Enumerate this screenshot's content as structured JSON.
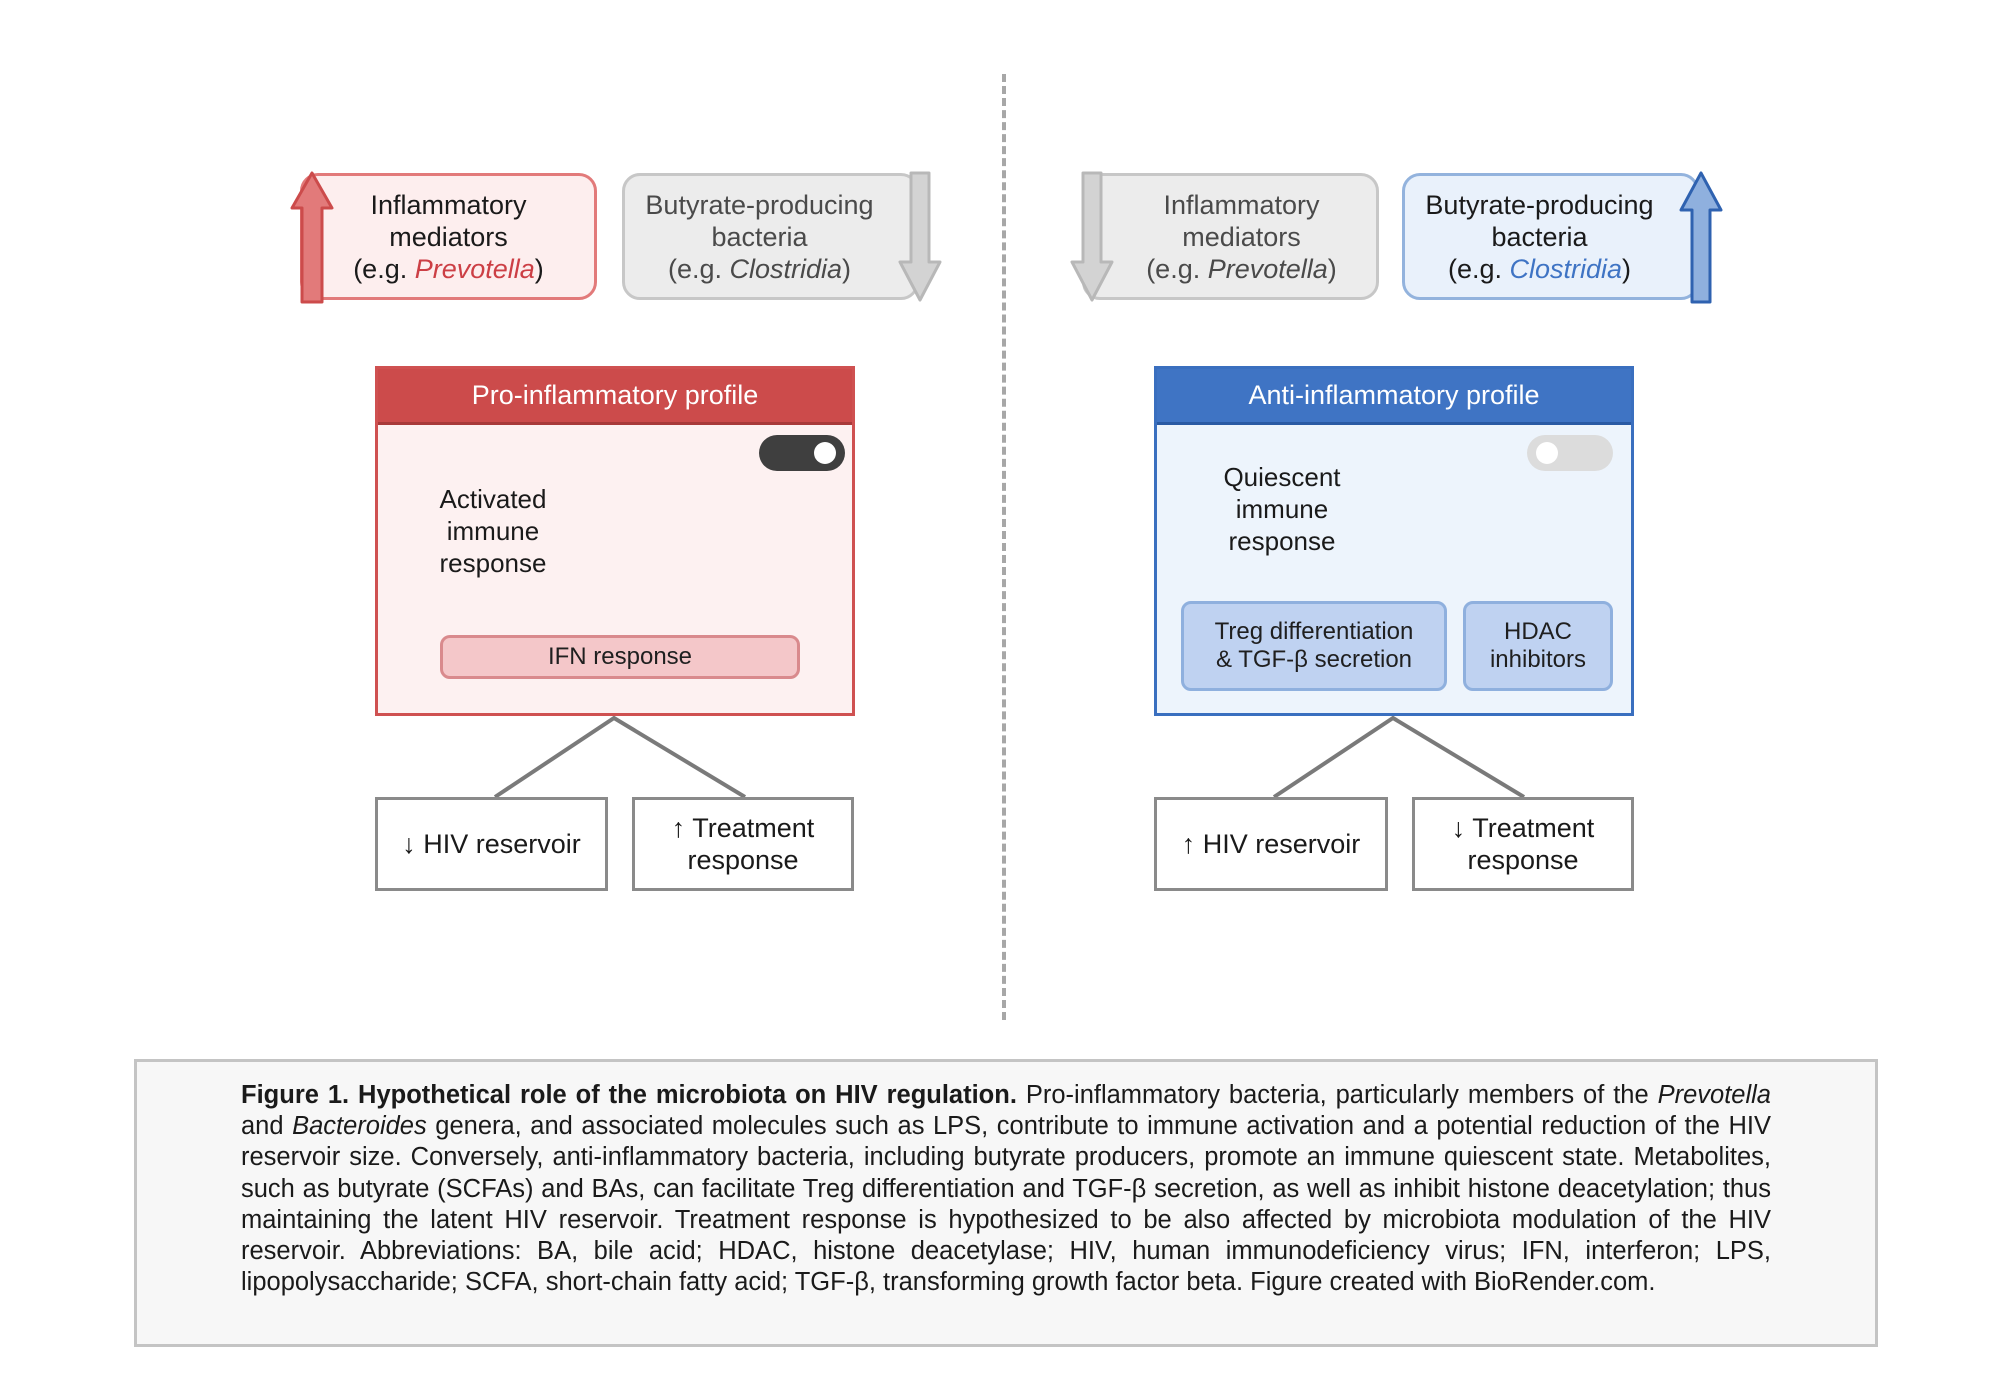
{
  "colors": {
    "pro_accent": "#cc4b4b",
    "anti_accent": "#3f74c4",
    "neutral_grey": "#c7c7c7"
  },
  "left": {
    "top_boxes": [
      {
        "line1": "Inflammatory",
        "line2": "mediators",
        "eg_prefix": "(e.g. ",
        "genus": "Prevotella",
        "eg_suffix": ")",
        "arrow": "up",
        "style": "red"
      },
      {
        "line1": "Butyrate-producing",
        "line2": "bacteria",
        "eg_prefix": "(e.g. ",
        "genus": "Clostridia",
        "eg_suffix": ")",
        "arrow": "down",
        "style": "grey"
      }
    ],
    "profile": {
      "title": "Pro-inflammatory profile",
      "state": [
        "Activated",
        "immune",
        "response"
      ],
      "toggle": "on",
      "response": "IFN response"
    },
    "outcomes": [
      "↓ HIV reservoir",
      "↑ Treatment",
      "response"
    ]
  },
  "right": {
    "top_boxes": [
      {
        "line1": "Inflammatory",
        "line2": "mediators",
        "eg_prefix": "(e.g. ",
        "genus": "Prevotella",
        "eg_suffix": ")",
        "arrow": "down",
        "style": "grey"
      },
      {
        "line1": "Butyrate-producing",
        "line2": "bacteria",
        "eg_prefix": "(e.g. ",
        "genus": "Clostridia",
        "eg_suffix": ")",
        "arrow": "up",
        "style": "blue"
      }
    ],
    "profile": {
      "title": "Anti-inflammatory profile",
      "state": [
        "Quiescent",
        "immune",
        "response"
      ],
      "toggle": "off",
      "treg": [
        "Treg differentiation",
        "& TGF-β secretion"
      ],
      "hdac": [
        "HDAC",
        "inhibitors"
      ]
    },
    "outcomes": [
      "↑ HIV reservoir",
      "↓ Treatment",
      "response"
    ]
  },
  "caption": {
    "title": "Figure 1. Hypothetical role of the microbiota on HIV regulation.",
    "s1": " Pro-inflammatory bacteria, particularly members of the ",
    "g1": "Prevotella",
    "s2": " and ",
    "g2": "Bacteroides",
    "s3": " genera, and associated molecules such as LPS, contribute to immune activation and a potential reduction of the HIV reservoir size. Conversely, anti-inflammatory bacteria, including butyrate producers, promote an immune quiescent state. Metabolites, such as butyrate (SCFAs) and BAs, can facilitate Treg differentiation and TGF-β secretion, as well as inhibit histone deacetylation; thus maintaining the latent HIV reservoir. Treatment response is hypothesized to be also affected by microbiota modulation of the HIV reservoir. Abbreviations: BA, bile acid; HDAC, histone deacetylase; HIV, human immunodeficiency virus; IFN, interferon; LPS, lipopolysaccharide; SCFA, short-chain fatty acid; TGF-β, transforming growth factor beta. Figure created with BioRender.com."
  }
}
